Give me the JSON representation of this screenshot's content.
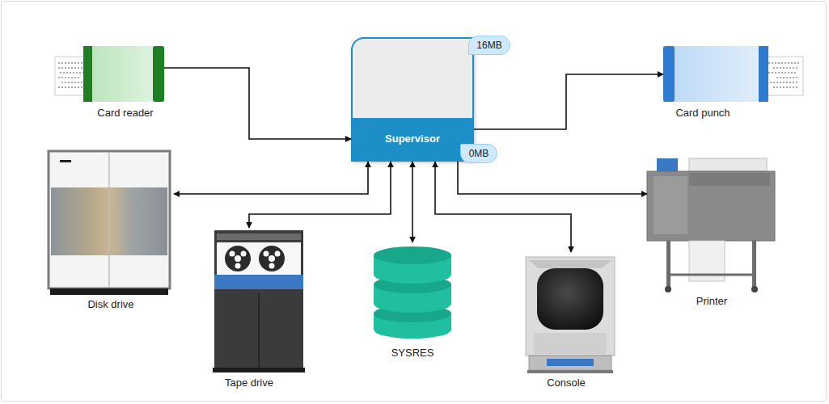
{
  "diagram": {
    "nodes": [
      {
        "text": [
          "Card reader"
        ]
      },
      {
        "text": [
          "Supervisor"
        ]
      },
      {
        "text": [
          "Card punch"
        ]
      },
      {
        "text": [
          "Disk drive"
        ]
      },
      {
        "text": [
          "Tape drive"
        ]
      },
      {
        "text": [
          "SYSRES"
        ]
      },
      {
        "text": [
          "Console"
        ]
      },
      {
        "text": [
          "Printer"
        ]
      }
    ],
    "edges": [
      {
        "from": 0,
        "to": 1,
        "arrow": "to"
      },
      {
        "from": 1,
        "to": 2,
        "arrow": "to"
      },
      {
        "from": 1,
        "to": 3,
        "arrow": "both"
      },
      {
        "from": 1,
        "to": 4,
        "arrow": "both"
      },
      {
        "from": 1,
        "to": 5,
        "arrow": "both"
      },
      {
        "from": 1,
        "to": 6,
        "arrow": "both"
      },
      {
        "from": 1,
        "to": 7,
        "arrow": "to"
      }
    ],
    "labels": [
      "16MB",
      "0MB"
    ]
  }
}
